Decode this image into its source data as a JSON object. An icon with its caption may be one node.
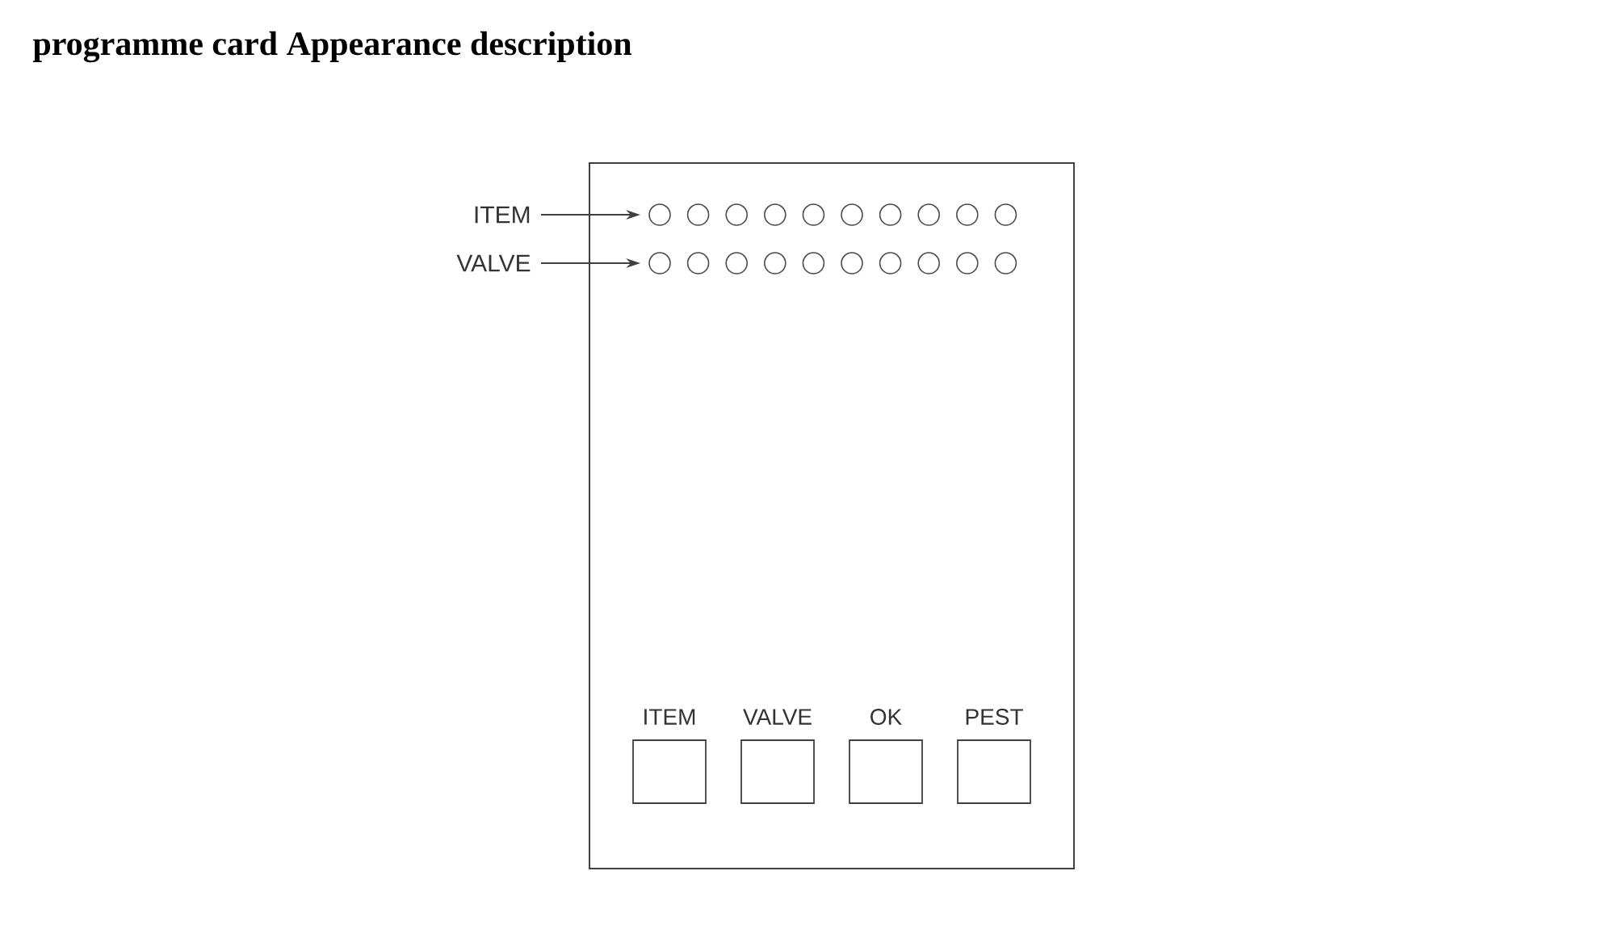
{
  "diagram": {
    "title": "programme card Appearance description",
    "nodes": [
      {
        "text": [],
        "shape": "box"
      },
      {
        "text": [
          "ITEM"
        ]
      },
      {
        "text": [
          "VALVE"
        ]
      },
      {
        "text": [],
        "shape": "circle",
        "in": 0
      },
      {
        "text": [],
        "shape": "circle",
        "in": 0
      },
      {
        "text": [],
        "shape": "circle",
        "in": 0
      },
      {
        "text": [],
        "shape": "circle",
        "in": 0
      },
      {
        "text": [],
        "shape": "circle",
        "in": 0
      },
      {
        "text": [],
        "shape": "circle",
        "in": 0
      },
      {
        "text": [],
        "shape": "circle",
        "in": 0
      },
      {
        "text": [],
        "shape": "circle",
        "in": 0
      },
      {
        "text": [],
        "shape": "circle",
        "in": 0
      },
      {
        "text": [],
        "shape": "circle",
        "in": 0
      },
      {
        "text": [],
        "shape": "circle",
        "in": 0
      },
      {
        "text": [],
        "shape": "circle",
        "in": 0
      },
      {
        "text": [],
        "shape": "circle",
        "in": 0
      },
      {
        "text": [],
        "shape": "circle",
        "in": 0
      },
      {
        "text": [],
        "shape": "circle",
        "in": 0
      },
      {
        "text": [],
        "shape": "circle",
        "in": 0
      },
      {
        "text": [],
        "shape": "circle",
        "in": 0
      },
      {
        "text": [],
        "shape": "circle",
        "in": 0
      },
      {
        "text": [],
        "shape": "circle",
        "in": 0
      },
      {
        "text": [],
        "shape": "circle",
        "in": 0
      },
      {
        "text": [
          "ITEM"
        ],
        "in": 0
      },
      {
        "text": [
          "VALVE"
        ],
        "in": 0
      },
      {
        "text": [
          "OK"
        ],
        "in": 0
      },
      {
        "text": [
          "PEST"
        ],
        "in": 0
      }
    ],
    "edges": [
      {
        "from": 1,
        "to": 3,
        "arrow": "to"
      },
      {
        "from": 2,
        "to": 13,
        "arrow": "to"
      }
    ]
  }
}
